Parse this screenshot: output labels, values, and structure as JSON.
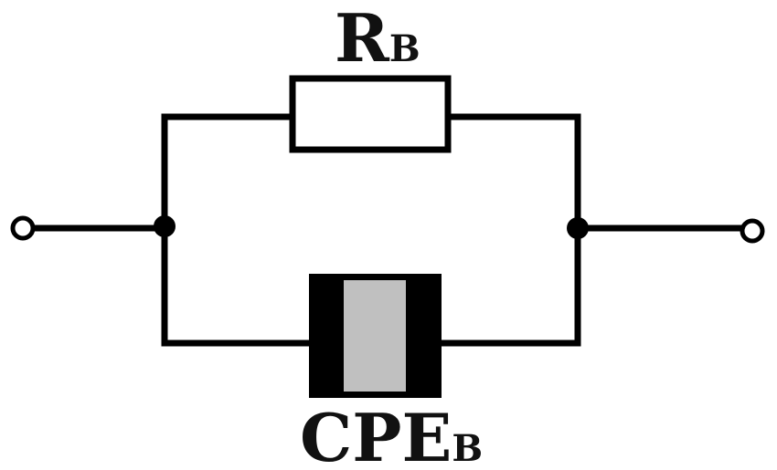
{
  "resistor": {
    "label": "R",
    "subscript": "B"
  },
  "cpe": {
    "label": "CPE",
    "subscript": "B"
  },
  "colors": {
    "wire": "#000000",
    "cpe_outer": "#000000",
    "cpe_inner": "#c0c0c0",
    "resistor_fill": "#ffffff",
    "background": "#ffffff"
  }
}
